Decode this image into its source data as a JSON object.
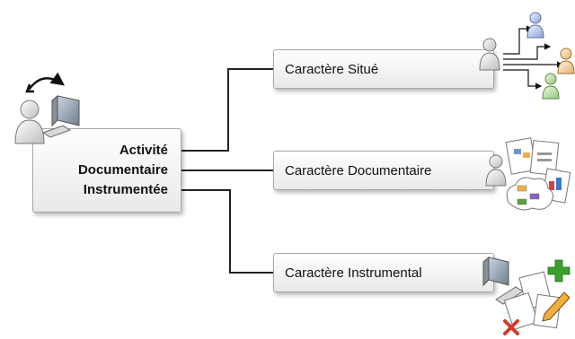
{
  "main": {
    "line1": "Activité",
    "line2": "Documentaire",
    "line3": "Instrumentée"
  },
  "branches": [
    {
      "label": "Caractère Situé"
    },
    {
      "label": "Caractère Documentaire"
    },
    {
      "label": "Caractère Instrumental"
    }
  ],
  "icons": {
    "main": [
      "person-icon",
      "cycle-arrows-icon",
      "computer-icon"
    ],
    "situe": [
      "person-icon",
      "network-people-icon"
    ],
    "documentaire": [
      "person-icon",
      "documents-icon",
      "diagram-cloud-icon"
    ],
    "instrumental": [
      "computer-icon",
      "documents-edit-icon",
      "add-icon",
      "remove-icon",
      "pencil-icon"
    ]
  },
  "colors": {
    "box_top": "#ffffff",
    "box_bottom": "#e9e9e9",
    "border": "#a8a8a8",
    "connector": "#222222",
    "add": "#3aa02c",
    "remove": "#d03a2c"
  }
}
